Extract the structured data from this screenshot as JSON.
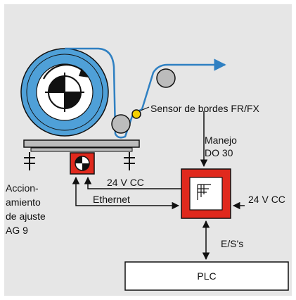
{
  "labels": {
    "sensor": "Sensor de bordes FR/FX",
    "manejo_line1": "Manejo",
    "manejo_line2": "DO 30",
    "accion_line1": "Accion-",
    "accion_line2": "amiento",
    "accion_line3": "de ajuste",
    "accion_line4": "AG 9",
    "voltage_left": "24 V CC",
    "voltage_right": "24 V CC",
    "ethernet": "Ethernet",
    "io": "E/S's",
    "plc": "PLC"
  },
  "colors": {
    "background": "#e6e6e6",
    "web_line": "#2f80c2",
    "roll_fill": "#bcbcbc",
    "reel_fill": "#4fa0d8",
    "controller_red": "#e0291d",
    "sensor_yellow": "#f4d000",
    "line": "#111111"
  }
}
